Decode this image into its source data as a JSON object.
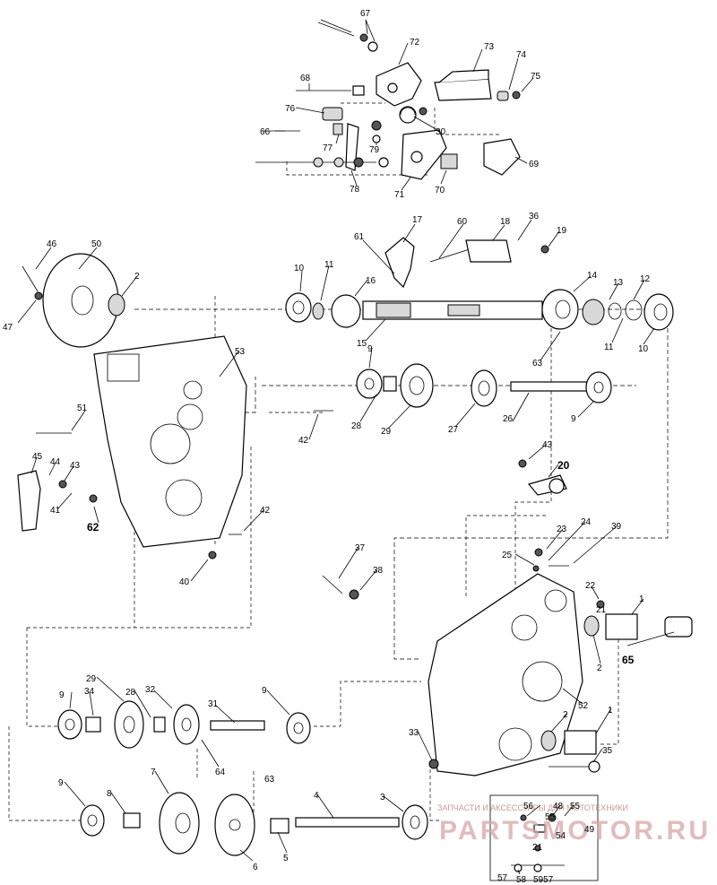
{
  "watermark": {
    "line1": "ЗАПЧАСТИ И АКСЕССУАРЫ ДЛЯ МОТОТЕХНИКИ",
    "line2": "PARTSMOTOR.RU"
  },
  "callouts": {
    "c1a": "1",
    "c1b": "1",
    "c2a": "2",
    "c2b": "2",
    "c2c": "2",
    "c3": "3",
    "c4": "4",
    "c5": "5",
    "c6": "6",
    "c7": "7",
    "c8": "8",
    "c9a": "9",
    "c9b": "9",
    "c9c": "9",
    "c9d": "9",
    "c10a": "10",
    "c10b": "10",
    "c11a": "11",
    "c11b": "11",
    "c12": "12",
    "c13": "13",
    "c14": "14",
    "c15": "15",
    "c16": "16",
    "c17": "17",
    "c18": "18",
    "c19": "19",
    "c20": "20",
    "c21": "21",
    "c22": "22",
    "c23": "23",
    "c24": "24",
    "c25": "25",
    "c26": "26",
    "c27": "27",
    "c28a": "28",
    "c28b": "28",
    "c29a": "29",
    "c29b": "29",
    "c30": "30",
    "c31": "31",
    "c32": "32",
    "c33": "33",
    "c34": "34",
    "c35": "35",
    "c36": "36",
    "c37": "37",
    "c38": "38",
    "c39": "39",
    "c40": "40",
    "c41": "41",
    "c42a": "42",
    "c42b": "42",
    "c43a": "43",
    "c43b": "43",
    "c44": "44",
    "c45": "45",
    "c46": "46",
    "c47": "47",
    "c48": "48",
    "c49": "49",
    "c50": "50",
    "c51": "51",
    "c52": "52",
    "c53": "53",
    "c54": "54",
    "c55a": "55",
    "c55b": "55",
    "c56": "56",
    "c57": "57",
    "c58": "58",
    "c5957": "5957",
    "c60": "60",
    "c61": "61",
    "c62": "62",
    "c63a": "63",
    "c63b": "63",
    "c64": "64",
    "c65": "65",
    "c66": "66",
    "c67": "67",
    "c68": "68",
    "c69": "69",
    "c70": "70",
    "c71": "71",
    "c72": "72",
    "c73": "73",
    "c74": "74",
    "c75": "75",
    "c76": "76",
    "c77": "77",
    "c78": "78",
    "c79": "79"
  }
}
